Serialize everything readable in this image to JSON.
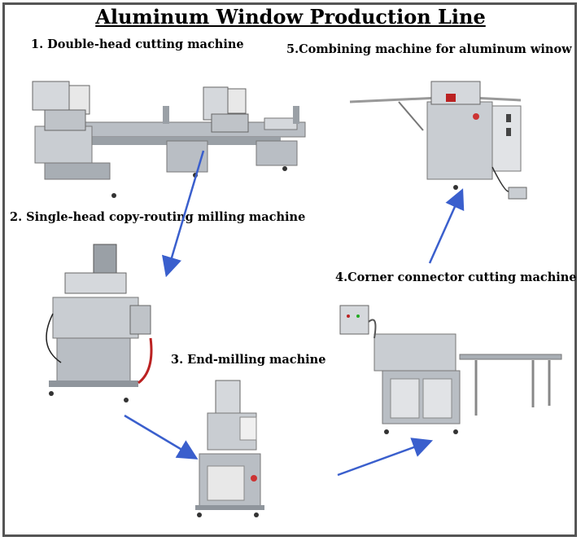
{
  "title": "Aluminum Window Production Line",
  "steps": [
    {
      "label": "1. Double-head cutting machine"
    },
    {
      "label": "2. Single-head copy-routing milling machine"
    },
    {
      "label": "3. End-milling machine"
    },
    {
      "label": "4.Corner connector cutting machine"
    },
    {
      "label": "5.Combining machine for aluminum winow"
    }
  ],
  "colors": {
    "arrow": "#3a5fcd",
    "machine_body": "#c9cdd2",
    "machine_dark": "#8f959c",
    "frame": "#555555"
  }
}
